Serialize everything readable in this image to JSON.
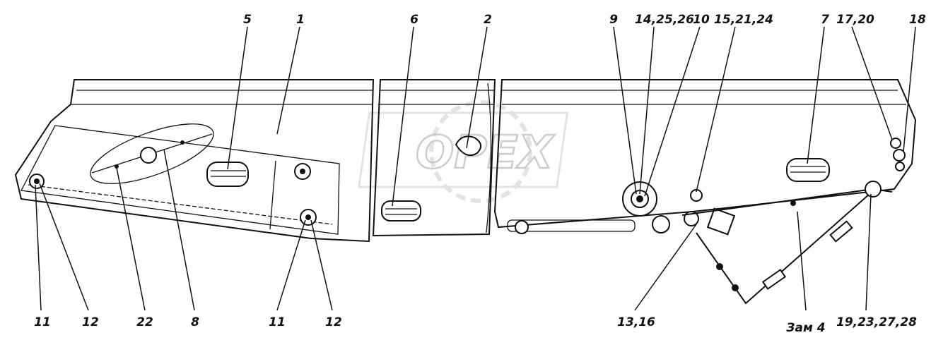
{
  "watermark": "OPEX",
  "callouts": {
    "top": [
      "5",
      "1",
      "6",
      "2",
      "9",
      "14,25,26",
      "10",
      "15,21,24",
      "7",
      "17,20",
      "18"
    ],
    "bottom": [
      "11",
      "12",
      "22",
      "8",
      "11",
      "12",
      "13,16",
      "Зам 4",
      "19,23,27,28"
    ]
  },
  "colors": {
    "line": "#111111",
    "background": "#ffffff",
    "watermark": "#c8c8c8"
  }
}
